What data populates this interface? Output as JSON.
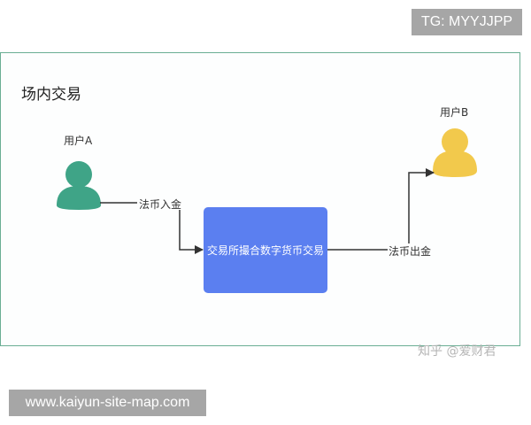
{
  "watermark_top": "TG: MYYJJPP",
  "diagram": {
    "title": "场内交易",
    "user_a": {
      "label": "用户A",
      "color": "#3fa487"
    },
    "user_b": {
      "label": "用户B",
      "color": "#f2c94c"
    },
    "edge_in_label": "法币入金",
    "exchange_box": {
      "label": "交易所撮合数字货币交易",
      "color": "#5b7ff0"
    },
    "edge_out_label": "法币出金",
    "credit": "知乎 @爱财君"
  },
  "watermark_bottom": "www.kaiyun-site-map.com"
}
